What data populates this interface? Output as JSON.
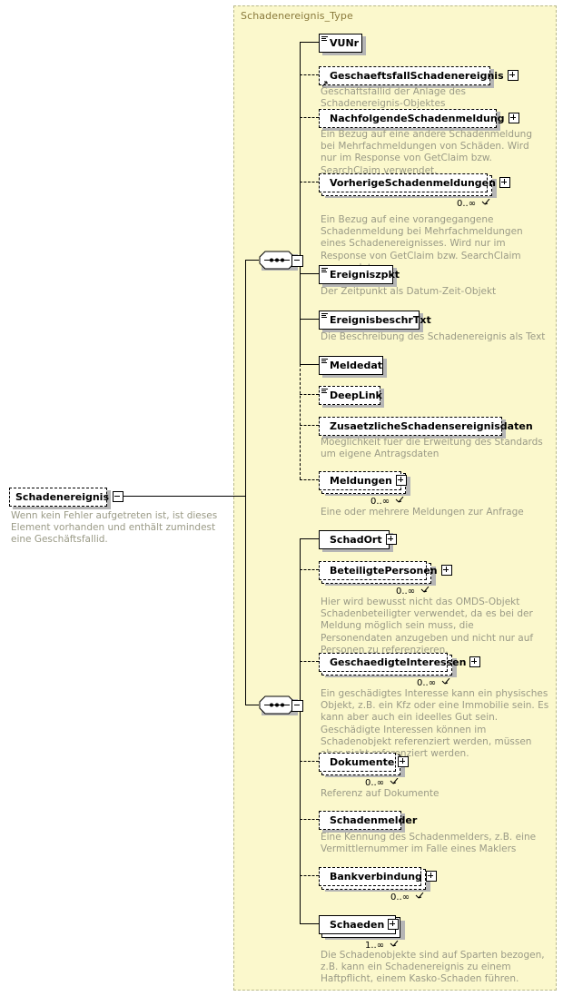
{
  "diagram": {
    "type_title": "Schadenereignis_Type",
    "root": {
      "name": "Schadenereignis",
      "expander": "minus-expander-icon",
      "doc": "Wenn kein Fehler aufgetreten ist, ist dieses Element vorhanden und enthält zumindest eine Geschäftsfallid."
    },
    "compositors": [
      {
        "name": "sequence-symbol-top",
        "kind": "sequence",
        "expander": "minus-expander-icon"
      },
      {
        "name": "sequence-symbol-bottom",
        "kind": "sequence",
        "expander": "minus-expander-icon"
      }
    ],
    "nodes": [
      {
        "label": "VUNr",
        "optional": false,
        "repeating": false,
        "expander": null,
        "multiplicity": null,
        "icon": "element-lines-icon",
        "doc": null
      },
      {
        "label": "GeschaeftsfallSchadenereignis",
        "optional": true,
        "repeating": false,
        "expander": "plus-expander-icon",
        "multiplicity": null,
        "icon": "element-ref-arrow-icon",
        "doc": "Geschäftsfallid der Anlage des Schadenereignis-Objektes"
      },
      {
        "label": "NachfolgendeSchadenmeldung",
        "optional": true,
        "repeating": false,
        "expander": "plus-expander-icon",
        "multiplicity": null,
        "icon": null,
        "doc": "Ein Bezug auf eine andere Schadenmeldung bei Mehrfachmeldungen von Schäden. Wird nur im Response von GetClaim bzw. SearchClaim verwendet."
      },
      {
        "label": "VorherigeSchadenmeldungen",
        "optional": true,
        "repeating": true,
        "expander": "plus-expander-icon",
        "multiplicity": "0..∞",
        "icon": null,
        "doc": "Ein Bezug auf eine vorangegangene Schadenmeldung bei Mehrfachmeldungen eines Schadenereignisses. Wird nur im Response von GetClaim bzw. SearchClaim verwendet."
      },
      {
        "label": "Ereigniszpkt",
        "optional": false,
        "repeating": false,
        "expander": null,
        "multiplicity": null,
        "icon": "element-lines-icon",
        "doc": "Der Zeitpunkt als Datum-Zeit-Objekt"
      },
      {
        "label": "EreignisbeschrTxt",
        "optional": false,
        "repeating": false,
        "expander": null,
        "multiplicity": null,
        "icon": "element-lines-icon",
        "doc": "Die Beschreibung des Schadenereignis als Text"
      },
      {
        "label": "Meldedat",
        "optional": false,
        "repeating": false,
        "expander": null,
        "multiplicity": null,
        "icon": "element-lines-icon",
        "doc": null
      },
      {
        "label": "DeepLink",
        "optional": true,
        "repeating": false,
        "expander": null,
        "multiplicity": null,
        "icon": "element-lines-icon",
        "doc": null
      },
      {
        "label": "ZusaetzlicheSchadensereignisdaten",
        "optional": true,
        "repeating": false,
        "expander": null,
        "multiplicity": null,
        "icon": null,
        "doc": "Moeglichkeit fuer die Erweitung des Standards um eigene Antragsdaten"
      },
      {
        "label": "Meldungen",
        "optional": true,
        "repeating": true,
        "expander": "plus-expander-icon",
        "multiplicity": "0..∞",
        "icon": null,
        "doc": "Eine oder mehrere Meldungen zur Anfrage"
      },
      {
        "label": "SchadOrt",
        "optional": false,
        "repeating": false,
        "expander": "plus-expander-icon",
        "multiplicity": null,
        "icon": null,
        "doc": null
      },
      {
        "label": "BeteiligtePersonen",
        "optional": true,
        "repeating": true,
        "expander": "plus-expander-icon",
        "multiplicity": "0..∞",
        "icon": null,
        "doc": "Hier wird bewusst nicht das OMDS-Objekt Schadenbeteiligter verwendet, da es bei der Meldung möglich sein muss, die Personendaten anzugeben und nicht nur auf Personen zu referenzieren."
      },
      {
        "label": "GeschaedigteInteressen",
        "optional": true,
        "repeating": true,
        "expander": "plus-expander-icon",
        "multiplicity": "0..∞",
        "icon": null,
        "doc": "Ein geschädigtes Interesse kann ein physisches Objekt, z.B. ein Kfz oder eine Immobilie sein. Es kann aber auch ein ideelles Gut sein. Geschädigte Interessen können im Schadenobjekt referenziert werden, müssen aber nicht referenziert werden."
      },
      {
        "label": "Dokumente",
        "optional": true,
        "repeating": true,
        "expander": "plus-expander-icon",
        "multiplicity": "0..∞",
        "icon": null,
        "doc": "Referenz auf Dokumente"
      },
      {
        "label": "Schadenmelder",
        "optional": true,
        "repeating": false,
        "expander": null,
        "multiplicity": null,
        "icon": null,
        "doc": "Eine Kennung des Schadenmelders, z.B. eine Vermittlernummer im Falle eines Maklers"
      },
      {
        "label": "Bankverbindung",
        "optional": true,
        "repeating": true,
        "expander": "plus-expander-icon",
        "multiplicity": "0..∞",
        "icon": null,
        "doc": null
      },
      {
        "label": "Schaeden",
        "optional": false,
        "repeating": true,
        "expander": "plus-expander-icon",
        "multiplicity": "1..∞",
        "icon": null,
        "doc": "Die Schadenobjekte sind auf Sparten bezogen, z.B. kann ein Schadenereignis zu einem Haftpflicht, einem Kasko-Schaden führen."
      }
    ],
    "colors": {
      "type_background": "#fbf8cc",
      "type_border": "#b9b98a",
      "type_title": "#8a7a3c",
      "doc_text": "#9a9a86",
      "node_fill": "#ffffff",
      "node_border": "#000000",
      "shadow": "#b5b5b5"
    }
  }
}
